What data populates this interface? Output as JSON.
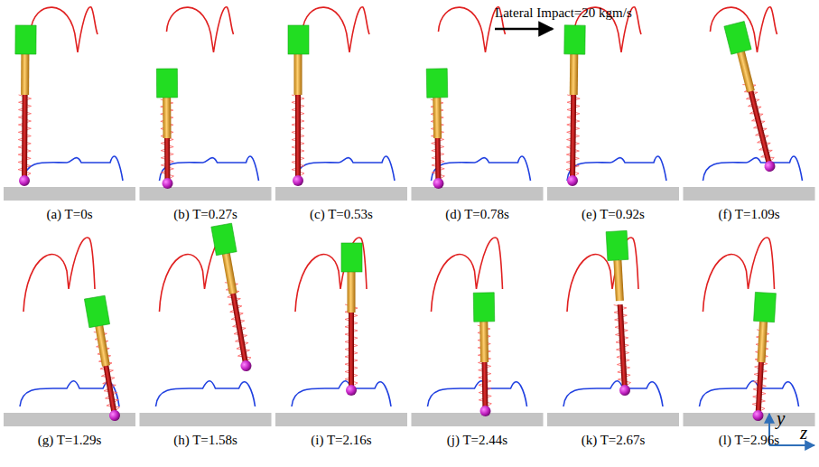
{
  "diagram": {
    "labels": [
      "(a) T=0s",
      "(b) T=0.27s",
      "(c) T=0.53s",
      "(d) T=0.78s",
      "(e) T=0.92s",
      "(f) T=1.09s",
      "(g) T=1.29s",
      "(h) T=1.58s",
      "(i) T=2.16s",
      "(j) T=2.44s",
      "(k) T=2.67s",
      "(l) T=2.96s",
      "Lateral Impact=20 kgm/s",
      "y",
      "z"
    ]
  }
}
